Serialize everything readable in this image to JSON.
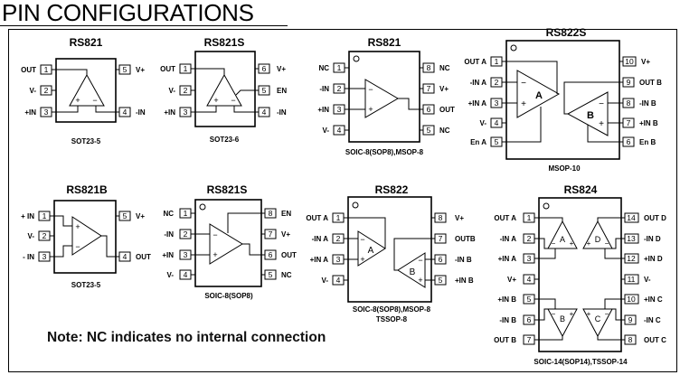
{
  "page_title": "PIN CONFIGURATIONS",
  "note": "Note: NC indicates no internal connection",
  "blocks": {
    "rs821_sot": {
      "name": "RS821",
      "pkg": "SOT23-5",
      "left_pins": [
        {
          "label": "OUT",
          "num": "1"
        },
        {
          "label": "V-",
          "num": "2"
        },
        {
          "label": "+IN",
          "num": "3"
        }
      ],
      "right_pins": [
        {
          "label": "V+",
          "num": "5"
        },
        {
          "label": "-IN",
          "num": "4"
        }
      ]
    },
    "rs821s_sot": {
      "name": "RS821S",
      "pkg": "SOT23-6",
      "left_pins": [
        {
          "label": "OUT",
          "num": "1"
        },
        {
          "label": "V-",
          "num": "2"
        },
        {
          "label": "+IN",
          "num": "3"
        }
      ],
      "right_pins": [
        {
          "label": "V+",
          "num": "6"
        },
        {
          "label": "EN",
          "num": "5"
        },
        {
          "label": "-IN",
          "num": "4"
        }
      ]
    },
    "rs821_soic": {
      "name": "RS821",
      "pkg": "SOIC-8(SOP8),MSOP-8",
      "left_pins": [
        {
          "label": "NC",
          "num": "1"
        },
        {
          "label": "-IN",
          "num": "2"
        },
        {
          "label": "+IN",
          "num": "3"
        },
        {
          "label": "V-",
          "num": "4"
        }
      ],
      "right_pins": [
        {
          "label": "NC",
          "num": "8"
        },
        {
          "label": "V+",
          "num": "7"
        },
        {
          "label": "OUT",
          "num": "6"
        },
        {
          "label": "NC",
          "num": "5"
        }
      ]
    },
    "rs822s_msop": {
      "name": "RS822S",
      "pkg": "MSOP-10",
      "left_pins": [
        {
          "label": "OUT A",
          "num": "1"
        },
        {
          "label": "-IN A",
          "num": "2"
        },
        {
          "label": "+IN A",
          "num": "3"
        },
        {
          "label": "V-",
          "num": "4"
        },
        {
          "label": "En A",
          "num": "5"
        }
      ],
      "right_pins": [
        {
          "label": "V+",
          "num": "10"
        },
        {
          "label": "OUT B",
          "num": "9"
        },
        {
          "label": "-IN B",
          "num": "8"
        },
        {
          "label": "+IN B",
          "num": "7"
        },
        {
          "label": "En B",
          "num": "6"
        }
      ],
      "amp_labels": [
        "A",
        "B"
      ]
    },
    "rs821b_sot": {
      "name": "RS821B",
      "pkg": "SOT23-5",
      "left_pins": [
        {
          "label": "+ IN",
          "num": "1"
        },
        {
          "label": "V-",
          "num": "2"
        },
        {
          "label": "- IN",
          "num": "3"
        }
      ],
      "right_pins": [
        {
          "label": "V+",
          "num": "5"
        },
        {
          "label": "OUT",
          "num": "4"
        }
      ]
    },
    "rs821s_soic": {
      "name": "RS821S",
      "pkg": "SOIC-8(SOP8)",
      "left_pins": [
        {
          "label": "NC",
          "num": "1"
        },
        {
          "label": "-IN",
          "num": "2"
        },
        {
          "label": "+IN",
          "num": "3"
        },
        {
          "label": "V-",
          "num": "4"
        }
      ],
      "right_pins": [
        {
          "label": "EN",
          "num": "8"
        },
        {
          "label": "V+",
          "num": "7"
        },
        {
          "label": "OUT",
          "num": "6"
        },
        {
          "label": "NC",
          "num": "5"
        }
      ]
    },
    "rs822_soic": {
      "name": "RS822",
      "pkg": "SOIC-8(SOP8),MSOP-8",
      "pkg2": "TSSOP-8",
      "left_pins": [
        {
          "label": "OUT A",
          "num": "1"
        },
        {
          "label": "-IN A",
          "num": "2"
        },
        {
          "label": "+IN A",
          "num": "3"
        },
        {
          "label": "V-",
          "num": "4"
        }
      ],
      "right_pins": [
        {
          "label": "V+",
          "num": "8"
        },
        {
          "label": "OUTB",
          "num": "7"
        },
        {
          "label": "-IN B",
          "num": "6"
        },
        {
          "label": "+IN B",
          "num": "5"
        }
      ],
      "amp_labels": [
        "A",
        "B"
      ]
    },
    "rs824_soic": {
      "name": "RS824",
      "pkg": "SOIC-14(SOP14),TSSOP-14",
      "left_pins": [
        {
          "label": "OUT A",
          "num": "1"
        },
        {
          "label": "-IN A",
          "num": "2"
        },
        {
          "label": "+IN A",
          "num": "3"
        },
        {
          "label": "V+",
          "num": "4"
        },
        {
          "label": "+IN B",
          "num": "5"
        },
        {
          "label": "-IN B",
          "num": "6"
        },
        {
          "label": "OUT B",
          "num": "7"
        }
      ],
      "right_pins": [
        {
          "label": "OUT D",
          "num": "14"
        },
        {
          "label": "-IN D",
          "num": "13"
        },
        {
          "label": "+IN D",
          "num": "12"
        },
        {
          "label": "V-",
          "num": "11"
        },
        {
          "label": "+IN C",
          "num": "10"
        },
        {
          "label": "-IN C",
          "num": "9"
        },
        {
          "label": "OUT C",
          "num": "8"
        }
      ],
      "amp_labels": [
        "A",
        "D",
        "B",
        "C"
      ]
    }
  }
}
